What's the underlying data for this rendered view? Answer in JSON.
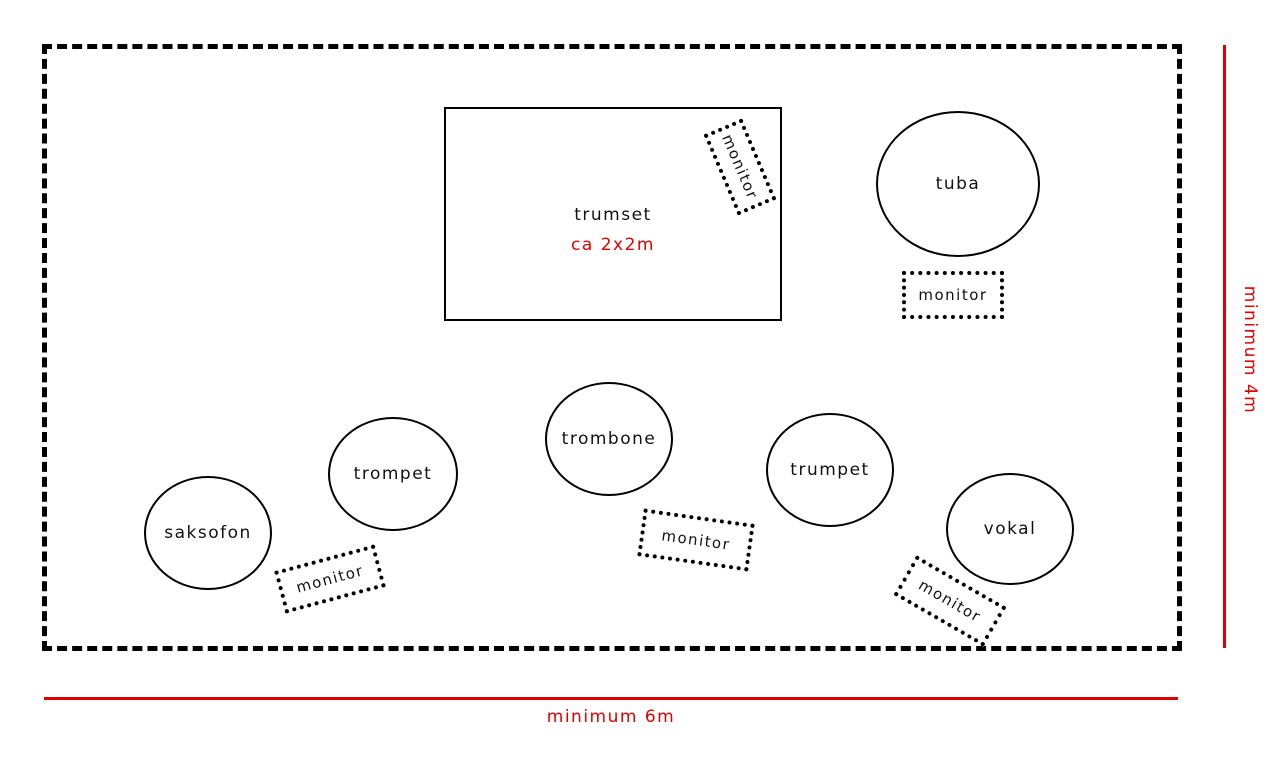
{
  "stage": {
    "instruments": {
      "drums": "trumset",
      "drums_size": "ca 2x2m",
      "tuba": "tuba",
      "saxophone": "saksofon",
      "trumpet_left": "trompet",
      "trombone": "trombone",
      "trumpet_right": "trumpet",
      "vocal": "vokal"
    },
    "monitor_label": "monitor"
  },
  "dimensions": {
    "width_label": "minimum 6m",
    "height_label": "minimum 4m"
  },
  "colors": {
    "outline": "#000000",
    "dimension": "#e00000"
  }
}
